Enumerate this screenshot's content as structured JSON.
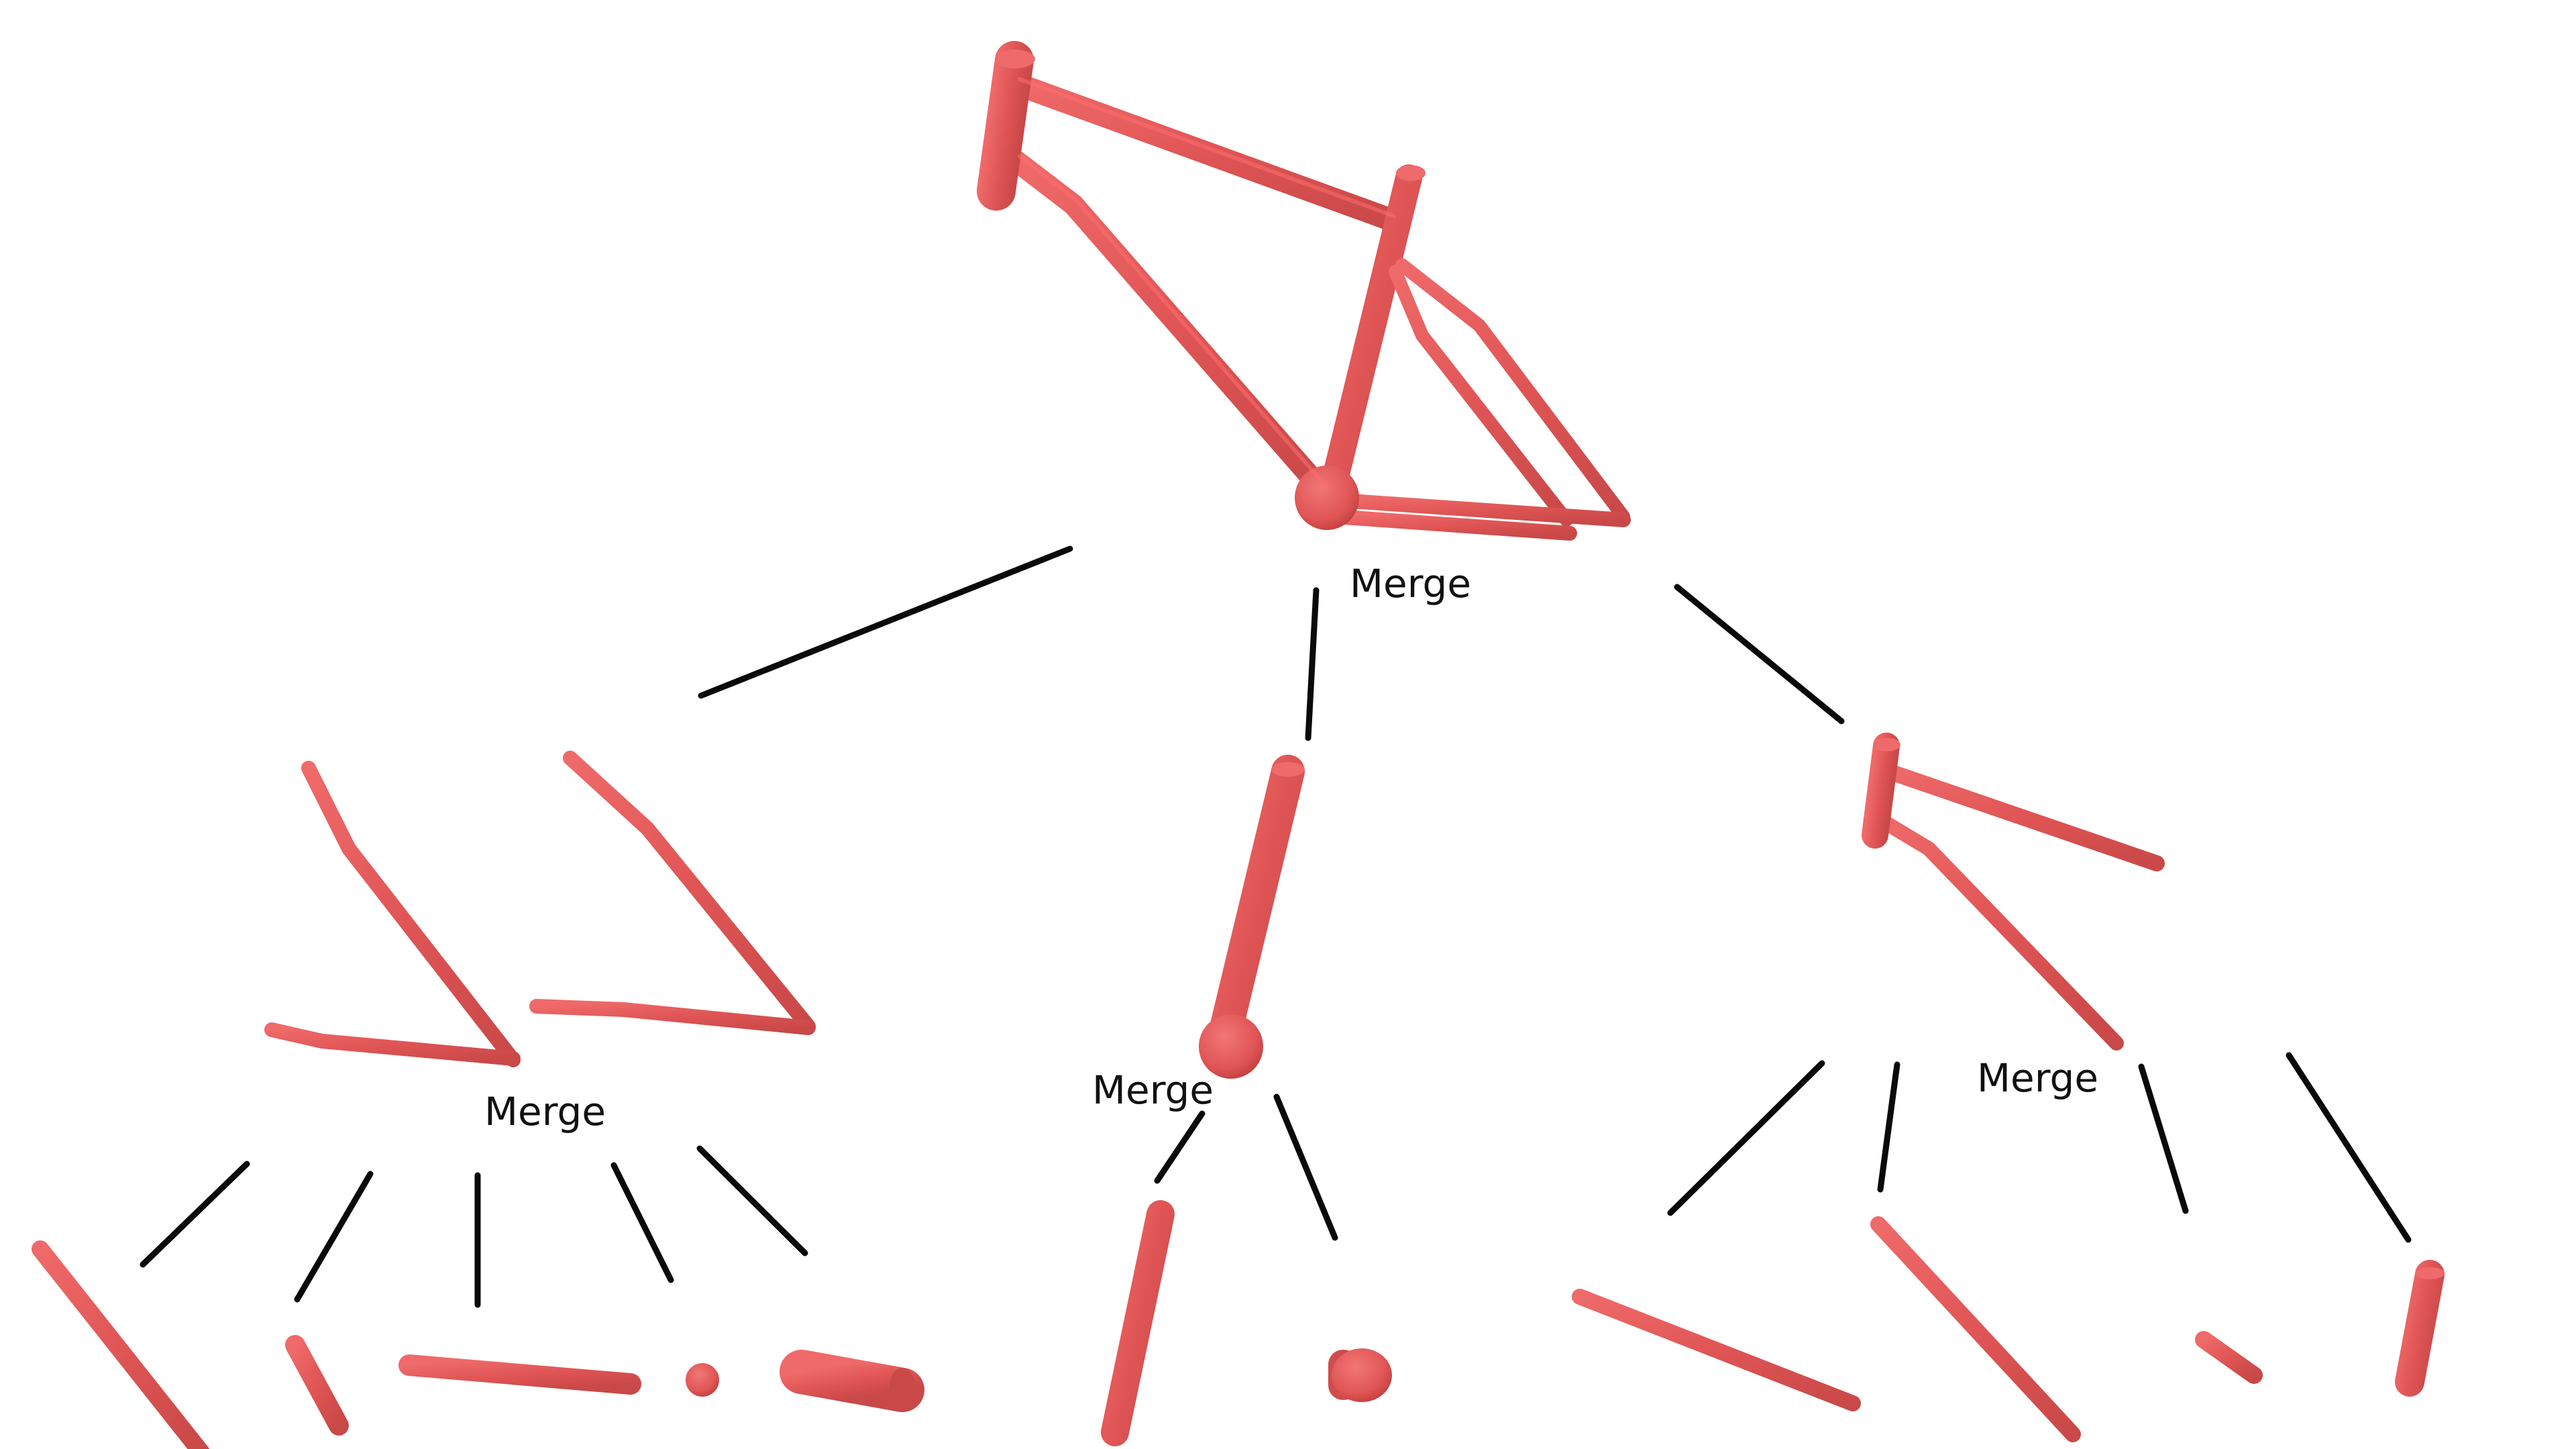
{
  "colors": {
    "part": "#e05555",
    "part_highlight": "#ff6e6e",
    "part_shadow": "#c23d3d",
    "connector": "#0a0a0a",
    "background": "#ffffff"
  },
  "labels": {
    "root_merge": "Merge",
    "left_merge": "Merge",
    "center_merge": "Merge",
    "right_merge": "Merge"
  }
}
